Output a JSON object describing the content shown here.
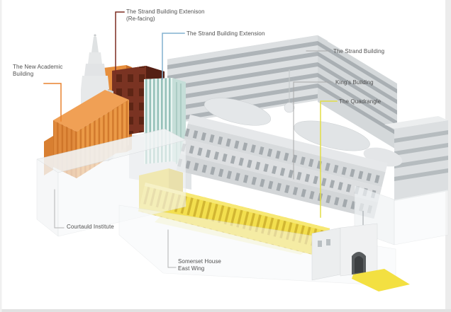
{
  "page": {
    "background": "#ffffff",
    "frame": {
      "right": "#ececec",
      "bottom": "#e2e2e2",
      "left": "#efefef"
    }
  },
  "diagram": {
    "type": "architectural-axonometric-cutaway",
    "labels": {
      "strand_ext_refacing": {
        "line1": "The Strand Building Extenison",
        "line2": "(Re-facing)",
        "leader_color": "#7d2c21"
      },
      "strand_ext": {
        "text": "The Strand Building Extension",
        "leader_color": "#82b0cf"
      },
      "strand": {
        "text": "The Strand Building",
        "leader_color": "#a8a8a8"
      },
      "kings": {
        "text": "King's Building",
        "leader_color": "#a8a8a8"
      },
      "quadrangle": {
        "text": "The Quadrangle",
        "leader_color": "#e2dd45"
      },
      "new_academic": {
        "line1": "The New Academic",
        "line2": "Building",
        "leader_color": "#e8822f"
      },
      "courtauld": {
        "text": "Courtauld Institute",
        "leader_color": "#b3b3b3"
      },
      "somerset": {
        "line1": "Somerset House",
        "line2": "East Wing",
        "leader_color": "#b3b3b3"
      }
    },
    "palette": {
      "new_academic_orange": "#f0a055",
      "orange_facade": "#eb9a47",
      "refacing_maroon": "#7a3322",
      "extension_teal": "#e9f4f1",
      "strand_gray": "#dde0e2",
      "kings_gray": "#d7dadc",
      "quadrangle_yellow": "#f3df4e",
      "ghost_white": "#f7f9fa"
    }
  }
}
